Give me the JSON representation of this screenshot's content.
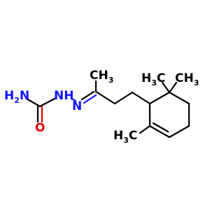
{
  "colors": {
    "background": "#ffffff",
    "carbon": "#000000",
    "nitrogen": "#1010ff",
    "oxygen": "#e60000"
  },
  "labels": {
    "amine": {
      "main": "H",
      "sub": "2",
      "suffix": "N"
    },
    "hydrazine_nh": {
      "main": "NH"
    },
    "imine_n": {
      "main": "N"
    },
    "carbonyl_o": {
      "main": "O"
    },
    "methyl_ketone": {
      "main": "CH",
      "sub": "3"
    },
    "gem_methyl_left": {
      "main": "H",
      "sub": "3",
      "suffix": "C"
    },
    "gem_methyl_right": {
      "main": "CH",
      "sub": "3"
    },
    "ring_methyl": {
      "main": "H",
      "sub": "3",
      "suffix": "C"
    }
  }
}
